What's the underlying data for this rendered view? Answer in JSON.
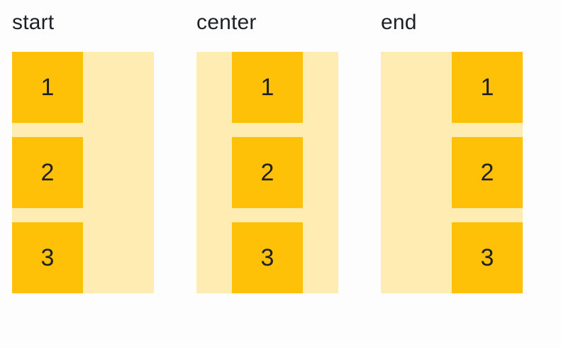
{
  "page": {
    "background": "#fdfdfe",
    "description": "CSS justify-items alignment demo with three groups"
  },
  "colors": {
    "container_bg": "#ffecb3",
    "item_bg": "#ffc107",
    "label_text": "#1d2125",
    "item_text": "#212121"
  },
  "groups": [
    {
      "label": "start",
      "alignment": "start",
      "items": [
        "1",
        "2",
        "3"
      ]
    },
    {
      "label": "center",
      "alignment": "center",
      "items": [
        "1",
        "2",
        "3"
      ]
    },
    {
      "label": "end",
      "alignment": "end",
      "items": [
        "1",
        "2",
        "3"
      ]
    }
  ]
}
